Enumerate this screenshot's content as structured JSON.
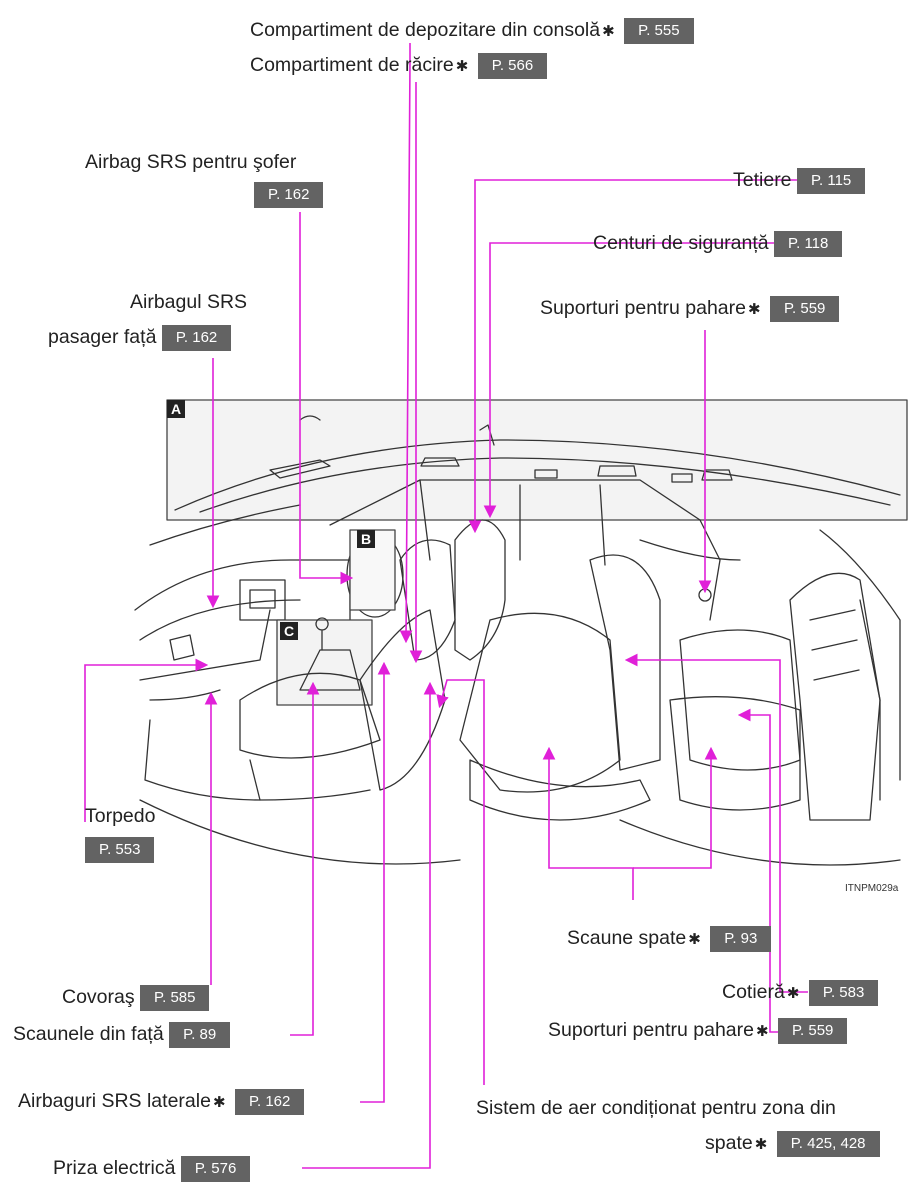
{
  "accent_color": "#e020d8",
  "callouts": {
    "console_box": {
      "text": "Compartiment de depozitare din consolă",
      "star": "✱",
      "page": "P. 555"
    },
    "cool_box": {
      "text": "Compartiment de răcire",
      "star": "✱",
      "page": "P. 566"
    },
    "driver_airbag": {
      "text": "Airbag SRS pentru şofer",
      "page": "P. 162"
    },
    "headrests": {
      "text": "Tetiere",
      "page": "P. 115"
    },
    "seatbelts": {
      "text": "Centuri de siguranță",
      "page": "P. 118"
    },
    "passenger_airbag": {
      "line1": "Airbagul SRS",
      "line2": "pasager față",
      "page": "P. 162"
    },
    "rear_cupholders": {
      "text": "Suporturi pentru pahare",
      "star": "✱",
      "page": "P. 559"
    },
    "glovebox": {
      "text": "Torpedo",
      "page": "P. 553"
    },
    "floor_mat": {
      "text": "Covoraş",
      "page": "P. 585"
    },
    "front_seats": {
      "text": "Scaunele din față",
      "page": "P. 89"
    },
    "side_airbags": {
      "text": "Airbaguri SRS laterale",
      "star": "✱",
      "page": "P. 162"
    },
    "power_outlet": {
      "text": "Priza electrică",
      "page": "P. 576"
    },
    "rear_seats": {
      "text": "Scaune spate",
      "star": "✱",
      "page": "P. 93"
    },
    "armrest": {
      "text": "Cotieră",
      "star": "✱",
      "page": "P. 583"
    },
    "cupholders_2": {
      "text": "Suporturi pentru pahare",
      "star": "✱",
      "page": "P. 559"
    },
    "rear_ac": {
      "line1": "Sistem de aer condiționat pentru zona din",
      "line2": "spate",
      "star": "✱",
      "page": "P. 425, 428"
    }
  },
  "inset_labels": {
    "a": "A",
    "b": "B",
    "c": "C"
  },
  "image_code": "ITNPM029a"
}
